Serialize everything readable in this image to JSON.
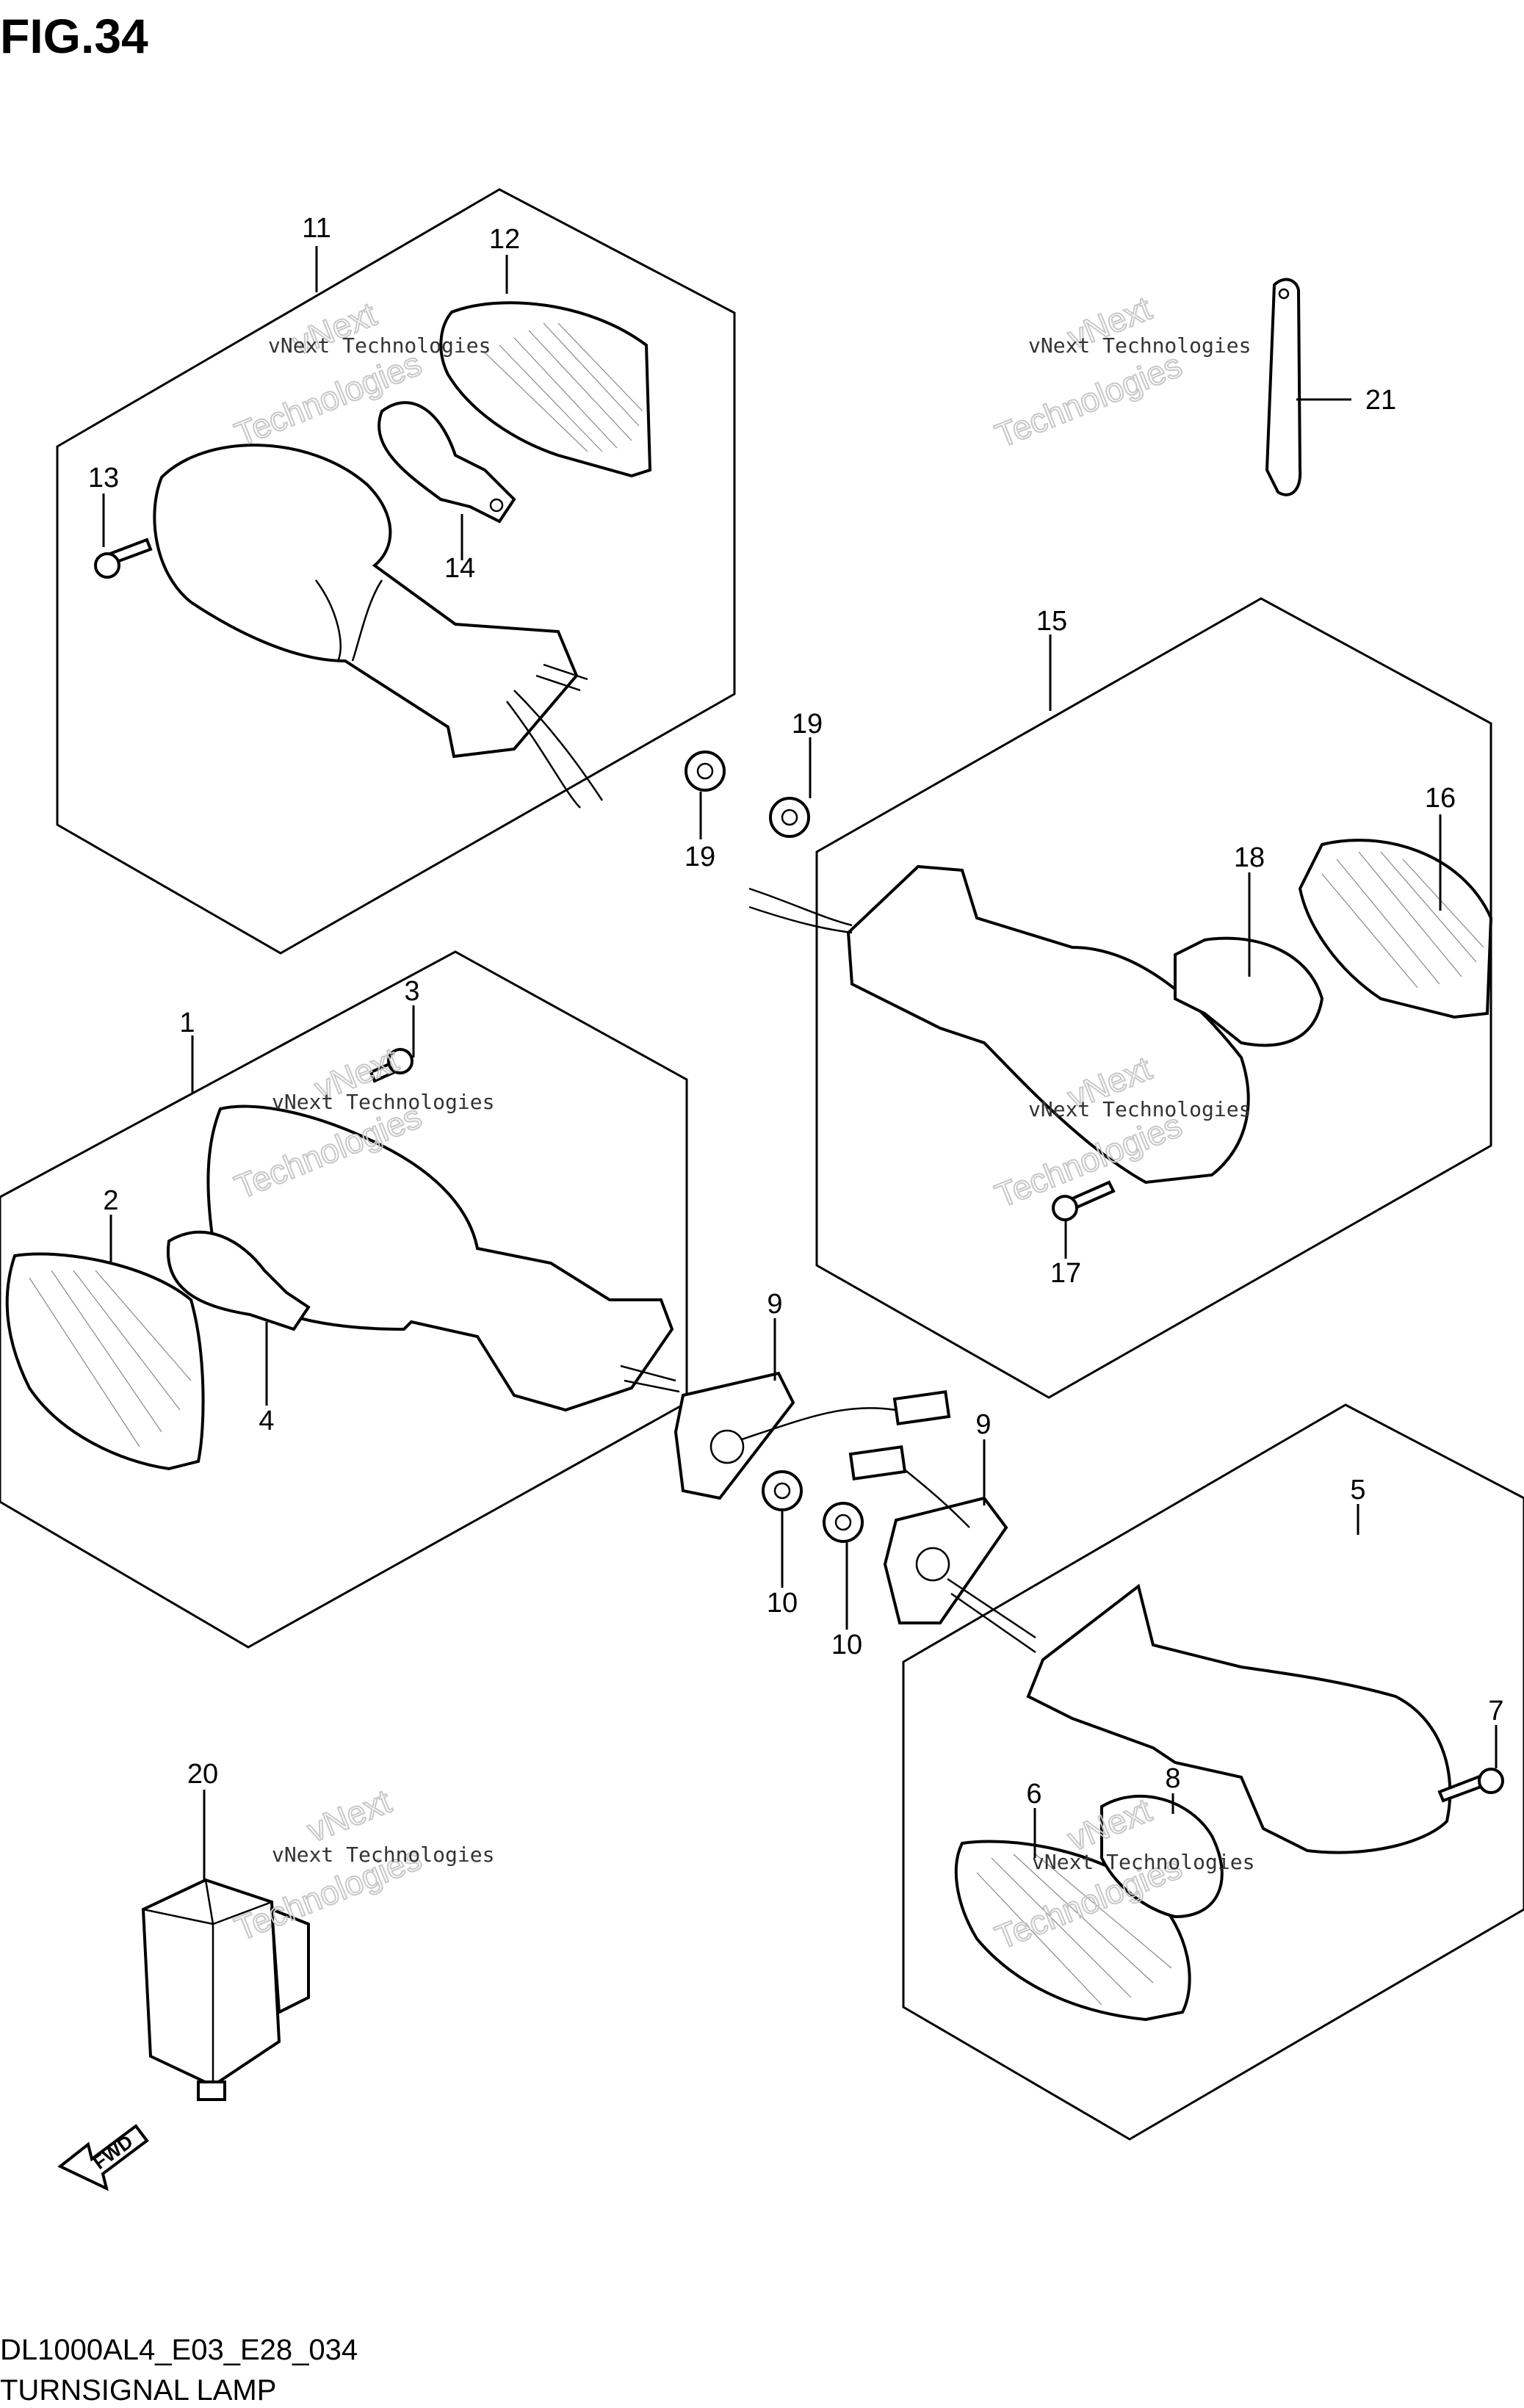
{
  "figure": {
    "title": "FIG.34"
  },
  "callouts": [
    {
      "id": "c11",
      "label": "11"
    },
    {
      "id": "c12",
      "label": "12"
    },
    {
      "id": "c13",
      "label": "13"
    },
    {
      "id": "c14",
      "label": "14"
    },
    {
      "id": "c19a",
      "label": "19"
    },
    {
      "id": "c19b",
      "label": "19"
    },
    {
      "id": "c21",
      "label": "21"
    },
    {
      "id": "c15",
      "label": "15"
    },
    {
      "id": "c16",
      "label": "16"
    },
    {
      "id": "c18",
      "label": "18"
    },
    {
      "id": "c17",
      "label": "17"
    },
    {
      "id": "c1",
      "label": "1"
    },
    {
      "id": "c3",
      "label": "3"
    },
    {
      "id": "c2",
      "label": "2"
    },
    {
      "id": "c4",
      "label": "4"
    },
    {
      "id": "c9a",
      "label": "9"
    },
    {
      "id": "c9b",
      "label": "9"
    },
    {
      "id": "c10a",
      "label": "10"
    },
    {
      "id": "c10b",
      "label": "10"
    },
    {
      "id": "c5",
      "label": "5"
    },
    {
      "id": "c7",
      "label": "7"
    },
    {
      "id": "c6",
      "label": "6"
    },
    {
      "id": "c8",
      "label": "8"
    },
    {
      "id": "c20",
      "label": "20"
    }
  ],
  "watermark": {
    "line1": "vNext Technologies",
    "line2": "Technologies",
    "line3": "vNext"
  },
  "fwd_badge": "FWD",
  "footer": {
    "code": "DL1000AL4_E03_E28_034",
    "caption": "TURNSIGNAL LAMP"
  }
}
